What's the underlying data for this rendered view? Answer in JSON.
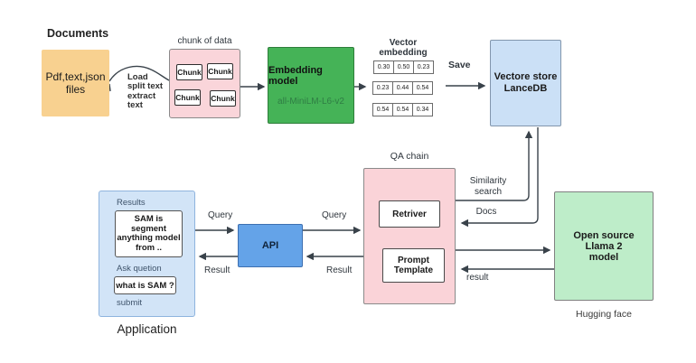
{
  "colors": {
    "source_orange": "#F8D190",
    "chunk_pink": "#FAD5DA",
    "embedding_green": "#45B357",
    "store_light_blue": "#CBE0F6",
    "qa_pink": "#FAD3D8",
    "llama_light_green": "#BEEDC9",
    "app_light_blue": "#D2E4F7",
    "api_blue": "#64A3E8",
    "connector": "#39424A"
  },
  "ingest": {
    "documents_label": "Documents",
    "source_box": "Pdf,text,json\nfiles",
    "load_note": "Load\nsplit text\nextract\ntext",
    "chunk_title": "chunk of data",
    "chunks": [
      "Chunk",
      "Chunk",
      "Chunk",
      "Chunk"
    ],
    "embedding_title": "Embedding model",
    "embedding_subtitle": "all-MiniLM-L6-v2",
    "vector_label": "Vector embedding",
    "vector_rows": [
      [
        "0.30",
        "0.50",
        "0.23"
      ],
      [
        "0.23",
        "0.44",
        "0.54"
      ],
      [
        "0.54",
        "0.54",
        "0.34"
      ]
    ],
    "save_label": "Save",
    "vector_store": "Vectore store\nLanceDB"
  },
  "qa": {
    "title": "QA chain",
    "retriever": "Retriver",
    "prompt_template": "Prompt\nTemplate",
    "similarity": "Similarity\nsearch",
    "docs": "Docs",
    "result": "result"
  },
  "app": {
    "results_label": "Results",
    "answer": "SAM is segment\nanything model\nfrom ..",
    "ask_label": "Ask quetion",
    "question": "what is SAM ?",
    "submit_label": "submit",
    "caption": "Application"
  },
  "api": {
    "label": "API",
    "query_left": "Query",
    "result_left": "Result",
    "query_right": "Query",
    "result_right": "Result"
  },
  "llm": {
    "box": "Open source\nLlama 2\nmodel",
    "caption": "Hugging face"
  }
}
